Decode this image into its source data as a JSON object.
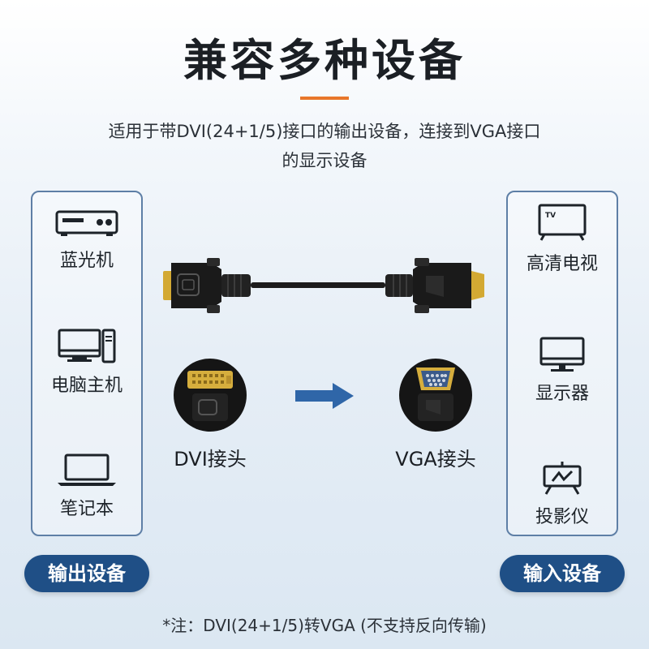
{
  "header": {
    "title": "兼容多种设备",
    "subtitle_line1": "适用于带DVI(24+1/5)接口的输出设备，连接到VGA接口",
    "subtitle_line2": "的显示设备"
  },
  "output_devices": {
    "tag": "输出设备",
    "items": [
      {
        "label": "蓝光机",
        "icon": "bluray-player-icon"
      },
      {
        "label": "电脑主机",
        "icon": "desktop-computer-icon"
      },
      {
        "label": "笔记本",
        "icon": "laptop-icon"
      }
    ]
  },
  "input_devices": {
    "tag": "输入设备",
    "items": [
      {
        "label": "高清电视",
        "icon": "tv-icon"
      },
      {
        "label": "显示器",
        "icon": "monitor-icon"
      },
      {
        "label": "投影仪",
        "icon": "projector-icon"
      }
    ]
  },
  "connectors": {
    "dvi_label": "DVI接头",
    "vga_label": "VGA接头"
  },
  "tv_icon_text": "TV",
  "footnote": "*注：DVI(24+1/5)转VGA (不支持反向传输)",
  "colors": {
    "accent_orange": "#e8772a",
    "tag_blue": "#1f4f86",
    "panel_border": "#5e7fa6",
    "arrow_blue": "#2f66a8"
  }
}
